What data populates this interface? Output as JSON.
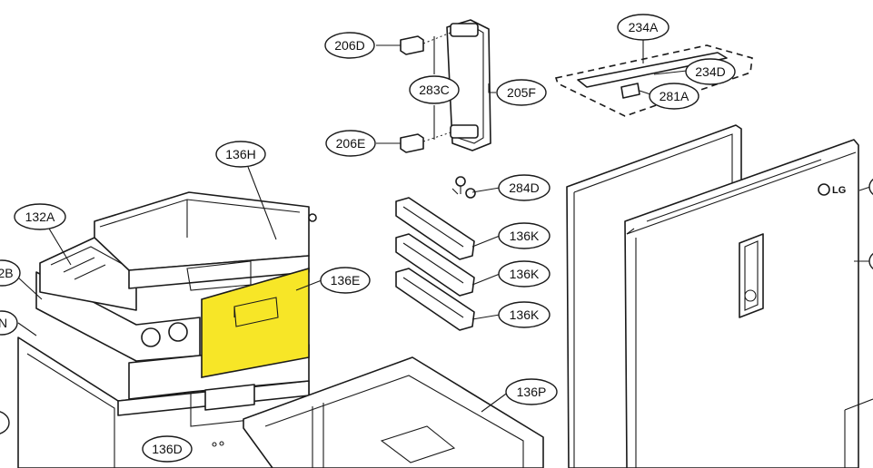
{
  "callouts": {
    "c206D": "206D",
    "c206E": "206E",
    "c283C": "283C",
    "c205F": "205F",
    "c234A": "234A",
    "c234D": "234D",
    "c281A": "281A",
    "c284D": "284D",
    "c136K_1": "136K",
    "c136K_2": "136K",
    "c136K_3": "136K",
    "c136H": "136H",
    "c136E": "136E",
    "c132A": "132A",
    "c2B": "2B",
    "cN": "N",
    "c136P": "136P",
    "c136D": "136D"
  },
  "logo": {
    "text": "LG"
  },
  "colors": {
    "highlight": "#f7e627",
    "line": "#1a1a1a",
    "background": "#ffffff"
  }
}
